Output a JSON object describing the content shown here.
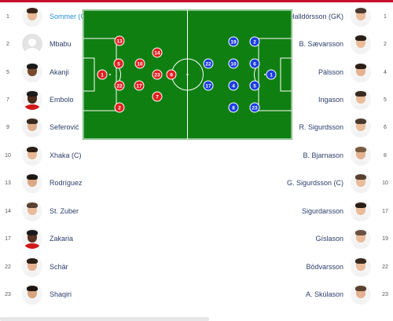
{
  "home_team": {
    "color": "#e02020",
    "players": [
      {
        "num": "1",
        "name": "Sommer (GK)",
        "avatar": "sommer-avatar",
        "skin": "#e8b896",
        "hair": "#3a2418",
        "shirt": "#f2f2f2"
      },
      {
        "num": "2",
        "name": "Mbabu",
        "avatar": "placeholder-avatar",
        "skin": "",
        "hair": "",
        "shirt": ""
      },
      {
        "num": "5",
        "name": "Akanji",
        "avatar": "akanji-avatar",
        "skin": "#7a4a2c",
        "hair": "#1a1a1a",
        "shirt": "#f2f2f2"
      },
      {
        "num": "7",
        "name": "Embolo",
        "avatar": "embolo-avatar",
        "skin": "#4a2a1a",
        "hair": "#1a1a1a",
        "shirt": "#d01818"
      },
      {
        "num": "9",
        "name": "Seferović",
        "avatar": "seferovic-avatar",
        "skin": "#e0ae8c",
        "hair": "#3a2a1e",
        "shirt": "#f2f2f2"
      },
      {
        "num": "10",
        "name": "Xhaka (C)",
        "avatar": "xhaka-avatar",
        "skin": "#e8b896",
        "hair": "#2a1e16",
        "shirt": "#f2f2f2"
      },
      {
        "num": "13",
        "name": "Rodríguez",
        "avatar": "rodriguez-avatar",
        "skin": "#dca886",
        "hair": "#1e1612",
        "shirt": "#f2f2f2"
      },
      {
        "num": "14",
        "name": "St. Zuber",
        "avatar": "zuber-avatar",
        "skin": "#eabc9a",
        "hair": "#5a4030",
        "shirt": "#f2f2f2"
      },
      {
        "num": "17",
        "name": "Zakaria",
        "avatar": "zakaria-avatar",
        "skin": "#5a3420",
        "hair": "#1a1a1a",
        "shirt": "#d01818"
      },
      {
        "num": "22",
        "name": "Schär",
        "avatar": "schar-avatar",
        "skin": "#e4b290",
        "hair": "#2a1e16",
        "shirt": "#f2f2f2"
      },
      {
        "num": "23",
        "name": "Shaqiri",
        "avatar": "shaqiri-avatar",
        "skin": "#d8a47e",
        "hair": "#1e1612",
        "shirt": "#f2f2f2"
      }
    ]
  },
  "away_team": {
    "color": "#1a3fe0",
    "players": [
      {
        "num": "1",
        "name": "Halldórsson (GK)",
        "avatar": "halldorsson-avatar",
        "skin": "#eabc9a",
        "hair": "#4a3a2e",
        "shirt": "#f2f2f2"
      },
      {
        "num": "2",
        "name": "B. Sævarsson",
        "avatar": "saevarsson-avatar",
        "skin": "#eabc9a",
        "hair": "#2a1e16",
        "shirt": "#f2f2f2"
      },
      {
        "num": "4",
        "name": "Pálsson",
        "avatar": "palsson-avatar",
        "skin": "#e4b290",
        "hair": "#2a1e16",
        "shirt": "#f2f2f2"
      },
      {
        "num": "5",
        "name": "Ingason",
        "avatar": "ingason-avatar",
        "skin": "#eabc9a",
        "hair": "#3a2a1e",
        "shirt": "#f2f2f2"
      },
      {
        "num": "6",
        "name": "R. Sigurdsson",
        "avatar": "r-sigurdsson-avatar",
        "skin": "#eabc9a",
        "hair": "#4a3a2e",
        "shirt": "#f2f2f2"
      },
      {
        "num": "8",
        "name": "B. Bjarnason",
        "avatar": "bjarnason-avatar",
        "skin": "#e4b290",
        "hair": "#7a5a3e",
        "shirt": "#f2f2f2"
      },
      {
        "num": "10",
        "name": "G. Sigurdsson (C)",
        "avatar": "g-sigurdsson-avatar",
        "skin": "#eabc9a",
        "hair": "#5a4030",
        "shirt": "#f2f2f2"
      },
      {
        "num": "17",
        "name": "Sigurdarsson",
        "avatar": "sigurdarsson-avatar",
        "skin": "#eabc9a",
        "hair": "#2a1e16",
        "shirt": "#f2f2f2"
      },
      {
        "num": "19",
        "name": "Gíslason",
        "avatar": "gislason-avatar",
        "skin": "#eabc9a",
        "hair": "#6a5040",
        "shirt": "#f2f2f2"
      },
      {
        "num": "22",
        "name": "Bödvarsson",
        "avatar": "bodvarsson-avatar",
        "skin": "#eabc9a",
        "hair": "#3a2a1e",
        "shirt": "#f2f2f2"
      },
      {
        "num": "23",
        "name": "A. Skúlason",
        "avatar": "skulason-avatar",
        "skin": "#e4b290",
        "hair": "#5a4030",
        "shirt": "#f2f2f2"
      }
    ]
  },
  "pitch": {
    "grass_color": "#0f7f12",
    "line_color": "#ffffff",
    "home_markers": [
      "13",
      "14",
      "1",
      "5",
      "10",
      "23",
      "9",
      "22",
      "17",
      "7",
      "2"
    ],
    "away_markers": [
      "19",
      "2",
      "22",
      "10",
      "6",
      "1",
      "17",
      "4",
      "5",
      "8",
      "23"
    ]
  }
}
